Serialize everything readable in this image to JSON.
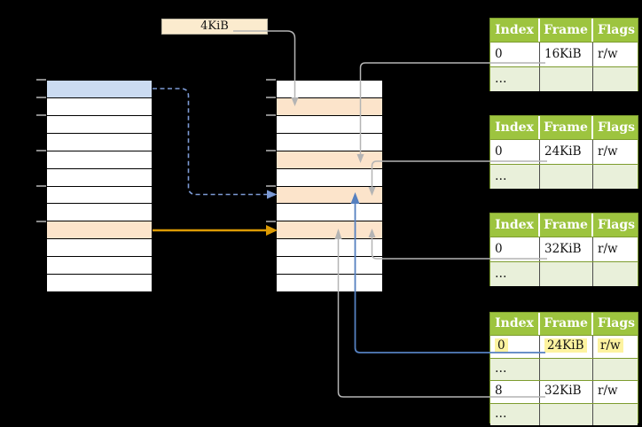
{
  "page_size_box": {
    "label": "4KiB"
  },
  "columns": {
    "left": {
      "name": "left-memory-column",
      "rows": 12,
      "blue_rows": [
        0
      ],
      "orange_rows": [
        8
      ]
    },
    "middle": {
      "name": "middle-memory-column",
      "rows": 12,
      "blue_rows": [],
      "orange_rows": [
        1,
        4,
        6,
        8
      ]
    }
  },
  "tick_row_offsets": [
    0,
    1,
    2,
    4,
    6,
    8
  ],
  "tables": [
    {
      "title": "frame-table-16kib",
      "headers": [
        "Index",
        "Frame",
        "Flags"
      ],
      "rows": [
        {
          "cells": [
            "0",
            "16KiB",
            "r/w"
          ],
          "shaded": false,
          "highlight": false
        },
        {
          "cells": [
            "…",
            "",
            ""
          ],
          "shaded": true,
          "highlight": false
        }
      ]
    },
    {
      "title": "frame-table-24kib",
      "headers": [
        "Index",
        "Frame",
        "Flags"
      ],
      "rows": [
        {
          "cells": [
            "0",
            "24KiB",
            "r/w"
          ],
          "shaded": false,
          "highlight": false
        },
        {
          "cells": [
            "…",
            "",
            ""
          ],
          "shaded": true,
          "highlight": false
        }
      ]
    },
    {
      "title": "frame-table-32kib",
      "headers": [
        "Index",
        "Frame",
        "Flags"
      ],
      "rows": [
        {
          "cells": [
            "0",
            "32KiB",
            "r/w"
          ],
          "shaded": false,
          "highlight": false
        },
        {
          "cells": [
            "…",
            "",
            ""
          ],
          "shaded": true,
          "highlight": false
        }
      ]
    },
    {
      "title": "frame-table-level2",
      "headers": [
        "Index",
        "Frame",
        "Flags"
      ],
      "rows": [
        {
          "cells": [
            "0",
            "24KiB",
            "r/w"
          ],
          "shaded": false,
          "highlight": true
        },
        {
          "cells": [
            "…",
            "",
            ""
          ],
          "shaded": true,
          "highlight": false
        },
        {
          "cells": [
            "8",
            "32KiB",
            "r/w"
          ],
          "shaded": false,
          "highlight": false
        },
        {
          "cells": [
            "…",
            "",
            ""
          ],
          "shaded": true,
          "highlight": false
        }
      ]
    }
  ],
  "colors": {
    "header_green": "#9dc43f",
    "row_green": "#e9f0da",
    "border_green": "#7d9c2e",
    "orange_fill": "#fce4cb",
    "blue_fill": "#cbdbf1",
    "cream": "#fbebce",
    "yellow_highlight": "#fdf3a0",
    "arrow_gray": "#b4b4b4",
    "arrow_blue": "#5580c0",
    "arrow_blue_dashed": "#7c9ad4",
    "arrow_orange": "#dc9b04",
    "tick_gray": "#8a8a8a"
  }
}
